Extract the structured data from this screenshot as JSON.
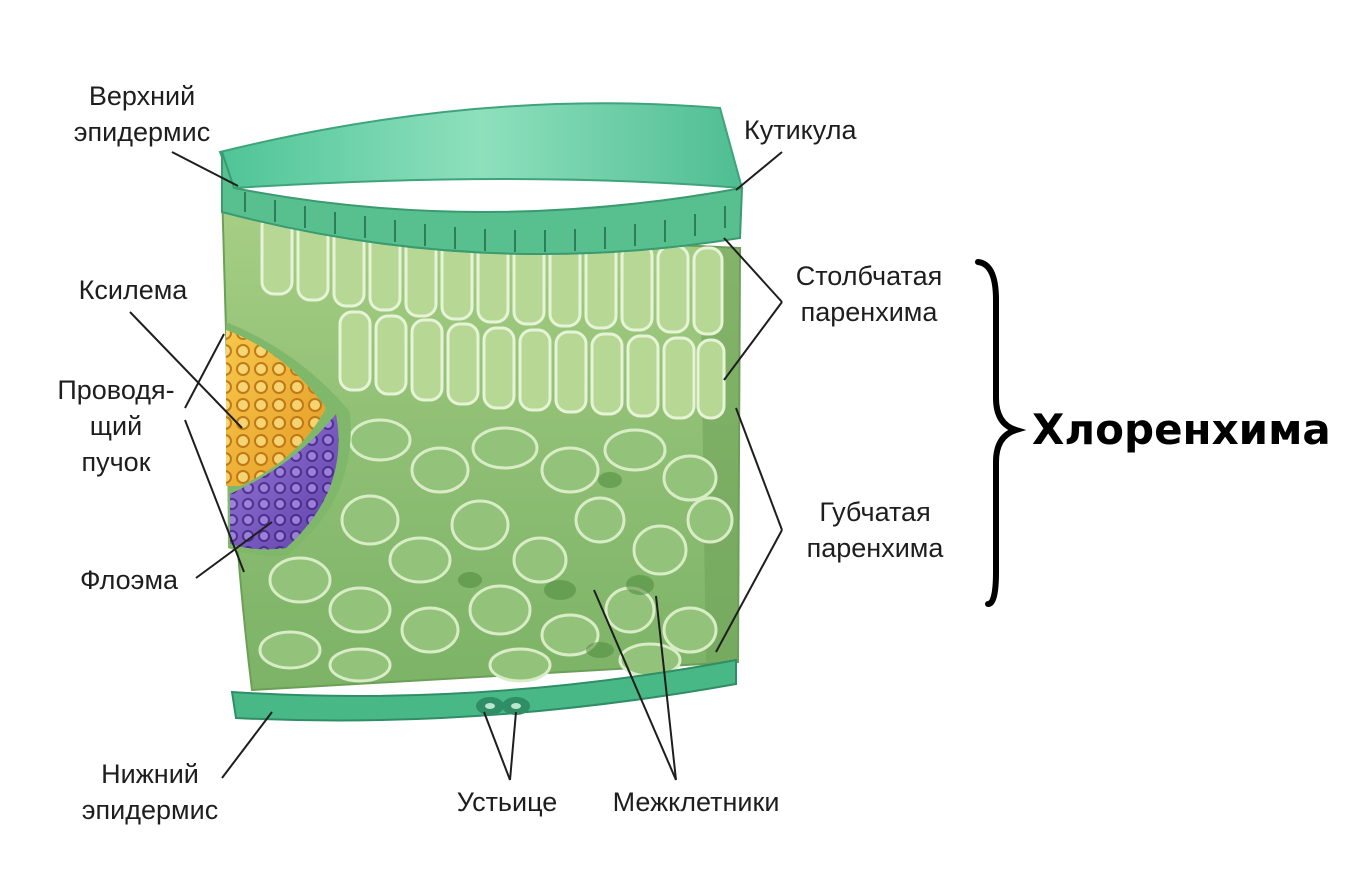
{
  "labels": {
    "upper_epidermis_1": "Верхний",
    "upper_epidermis_2": "эпидермис",
    "cuticle": "Кутикула",
    "xylem": "Ксилема",
    "palisade_1": "Столбчатая",
    "palisade_2": "паренхима",
    "bundle_1": "Проводя-",
    "bundle_2": "щий",
    "bundle_3": "пучок",
    "spongy_1": "Губчатая",
    "spongy_2": "паренхима",
    "phloem": "Флоэма",
    "lower_epidermis_1": "Нижний",
    "lower_epidermis_2": "эпидермис",
    "stoma": "Устьице",
    "intercellular": "Межклетники",
    "chlorenchyma": "Хлоренхима"
  },
  "colors": {
    "cuticle": "#5fcf9f",
    "cell": "#a9cf88",
    "cell_dark": "#6fa75a",
    "xylem": "#f0b436",
    "phloem": "#7f5fc8",
    "leader": "#1e1e1e"
  }
}
